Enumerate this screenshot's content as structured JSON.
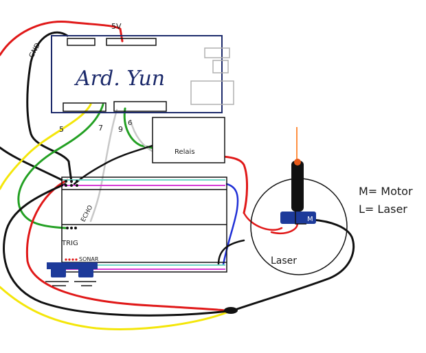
{
  "colors": {
    "wire_black": "#111111",
    "wire_red": "#e01818",
    "wire_yellow": "#f4e60a",
    "wire_green": "#23a023",
    "wire_gray": "#c8c8c8",
    "wire_blue": "#1f2fd6",
    "wire_magenta": "#d63bd6",
    "wire_teal": "#6fd8c8",
    "wire_orange": "#ff6a00",
    "board_outline": "#1d2a6b",
    "motor_blue": "#1d3a9a"
  },
  "board": {
    "label": "Ard. Yun",
    "pin_5v": "5V",
    "pin_gnd": "GND",
    "pins": [
      "5",
      "7",
      "9",
      "6"
    ]
  },
  "relay": {
    "label": "Relais"
  },
  "sonar": {
    "label_echo": "ECHO",
    "label_trig": "TRIG",
    "label_name": "SONAR"
  },
  "motor_tag": "M",
  "laser_area_label": "Laser",
  "legend": {
    "motor": "M= Motor",
    "laser": "L= Laser"
  }
}
